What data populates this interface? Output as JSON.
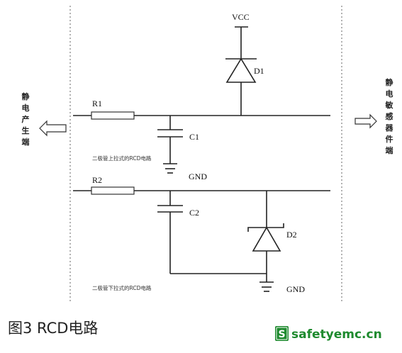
{
  "left_label": [
    "静",
    "电",
    "产",
    "生",
    "端"
  ],
  "right_label": [
    "静",
    "电",
    "敏",
    "感",
    "器",
    "件",
    "端"
  ],
  "circuit_top": {
    "vcc": "VCC",
    "resistor": "R1",
    "capacitor": "C1",
    "diode": "D1",
    "ground": "GND",
    "note": "二极管上拉式的RCD电路"
  },
  "circuit_bottom": {
    "resistor": "R2",
    "capacitor": "C2",
    "diode": "D2",
    "ground": "GND",
    "note": "二极管下拉式的RCD电路"
  },
  "caption": "图3  RCD电路",
  "brand": {
    "badge": "S",
    "text": "safetyemc.cn",
    "color": "#1e8a2e"
  }
}
